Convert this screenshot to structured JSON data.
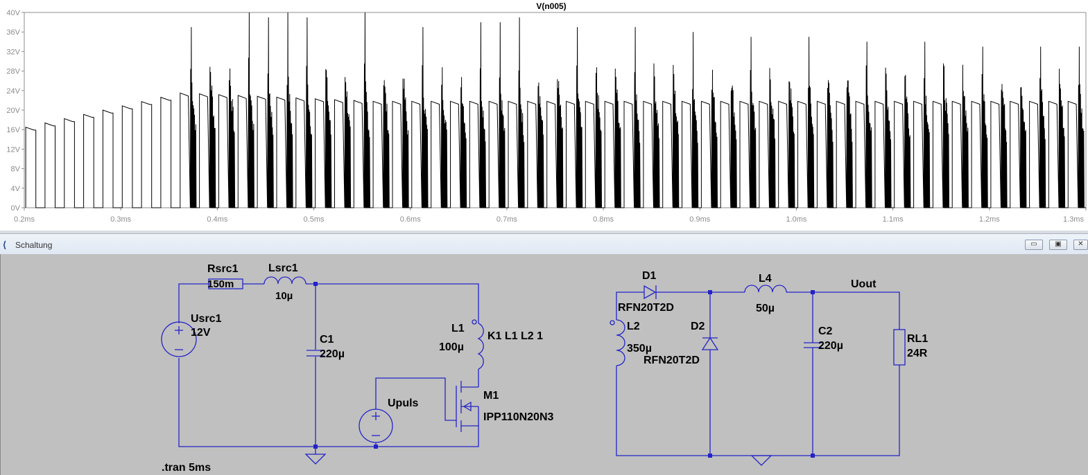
{
  "plot": {
    "title": "V(n005)",
    "y_ticks": [
      "0V",
      "4V",
      "8V",
      "12V",
      "16V",
      "20V",
      "24V",
      "28V",
      "32V",
      "36V",
      "40V"
    ],
    "x_ticks": [
      "0.2ms",
      "0.3ms",
      "0.4ms",
      "0.5ms",
      "0.6ms",
      "0.7ms",
      "0.8ms",
      "0.9ms",
      "1.0ms",
      "1.1ms",
      "1.2ms",
      "1.3ms"
    ],
    "trace_color": "#000000",
    "label_color": "#8c8c8c"
  },
  "chart_data": {
    "type": "line",
    "title": "V(n005)",
    "xlabel": "",
    "ylabel": "",
    "x_unit": "ms",
    "y_unit": "V",
    "xlim": [
      0.2,
      1.3
    ],
    "ylim": [
      0,
      40
    ],
    "grid": false,
    "series": [
      {
        "pulse_period_ms": 0.02,
        "first_pulse_ms": 0.2,
        "pulse_high_start_V": 16.5,
        "pulse_high_peak_V": 23.5,
        "pulse_high_settled_V": 21.8,
        "ringing_start_ms": 0.36,
        "spike_peaks_V": [
          [
            0.385,
            37
          ],
          [
            0.445,
            40
          ],
          [
            0.465,
            39
          ],
          [
            0.485,
            40
          ],
          [
            0.505,
            39
          ],
          [
            0.565,
            40
          ],
          [
            0.625,
            37
          ],
          [
            0.685,
            38
          ],
          [
            0.705,
            38
          ],
          [
            0.725,
            39
          ],
          [
            0.785,
            37
          ],
          [
            0.845,
            37
          ],
          [
            0.905,
            36
          ],
          [
            0.965,
            35
          ],
          [
            1.025,
            35
          ],
          [
            1.085,
            34
          ],
          [
            1.145,
            34
          ],
          [
            1.205,
            33
          ],
          [
            1.265,
            33
          ],
          [
            1.295,
            33
          ]
        ]
      }
    ]
  },
  "schematic": {
    "window_title": "Schaltung",
    "labels": {
      "rsrc1": "Rsrc1",
      "rsrc1_val": "150m",
      "lsrc1": "Lsrc1",
      "lsrc1_val": "10µ",
      "usrc1": "Usrc1",
      "usrc1_val": "12V",
      "c1": "C1",
      "c1_val": "220µ",
      "l1": "L1",
      "l1_val": "100µ",
      "k1": "K1 L1 L2 1",
      "upuls": "Upuls",
      "m1": "M1",
      "m1_val": "IPP110N20N3",
      "tran": ".tran 5ms",
      "d1": "D1",
      "d1_val": "RFN20T2D",
      "l2": "L2",
      "l2_val": "350µ",
      "d2": "D2",
      "d2_val": "RFN20T2D",
      "l4": "L4",
      "l4_val": "50µ",
      "uout": "Uout",
      "c2": "C2",
      "c2_val": "220µ",
      "rl1": "RL1",
      "rl1_val": "24R"
    },
    "wire_color": "#2323c8",
    "background": "#c0c0c0"
  },
  "window_controls": {
    "minimize_icon": "minimize-icon",
    "restore_icon": "restore-icon",
    "close_icon": "close-icon"
  }
}
